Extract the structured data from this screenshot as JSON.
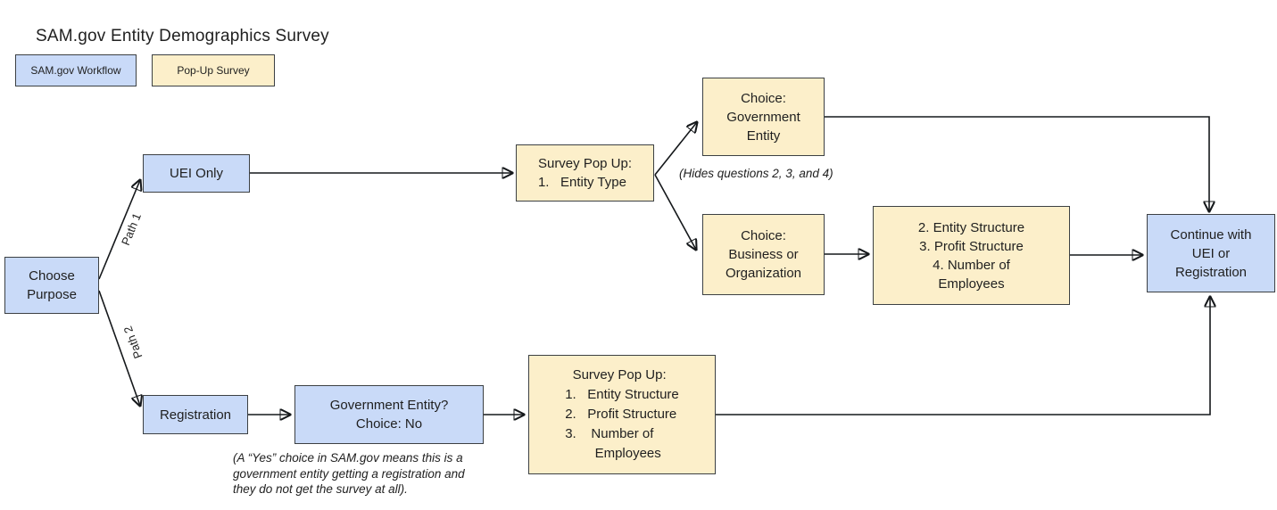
{
  "title": "SAM.gov Entity Demographics Survey",
  "colors": {
    "workflow_fill": "#c9daf8",
    "survey_fill": "#fcefca",
    "border": "#3c4043",
    "arrow": "#15181b",
    "text": "#1f1f1f"
  },
  "legend": [
    {
      "label": "SAM.gov Workflow",
      "type": "workflow"
    },
    {
      "label": "Pop-Up Survey",
      "type": "survey"
    }
  ],
  "nodes": {
    "choose_purpose": {
      "lines": [
        "Choose",
        "Purpose"
      ]
    },
    "uei_only": {
      "lines": [
        "UEI Only"
      ]
    },
    "registration": {
      "lines": [
        "Registration"
      ]
    },
    "survey_popup_uei": {
      "lines": [
        "Survey Pop Up:",
        "1.   Entity Type"
      ]
    },
    "choice_government": {
      "lines": [
        "Choice:",
        "Government",
        "Entity"
      ]
    },
    "choice_business": {
      "lines": [
        "Choice:",
        "Business or",
        "Organization"
      ]
    },
    "questions_234": {
      "lines": [
        "2. Entity Structure",
        "3. Profit Structure",
        "4. Number of",
        "Employees"
      ]
    },
    "government_entity_question": {
      "lines": [
        "Government Entity?",
        "Choice: No"
      ]
    },
    "survey_popup_registration": {
      "lines": [
        "  Survey Pop Up:",
        "1.   Entity Structure",
        "2.   Profit Structure",
        "3.    Number of",
        "        Employees"
      ]
    },
    "continue_box": {
      "lines": [
        "Continue with",
        "UEI or",
        "Registration"
      ]
    }
  },
  "edge_labels": {
    "path1": "Path 1",
    "path2": "Path 2"
  },
  "annotations": {
    "hides_questions": "(Hides questions 2, 3, and 4)",
    "yes_note": [
      "(A “Yes” choice in SAM.gov means this is a",
      "government entity getting a registration and",
      "they do not get the survey at all)."
    ]
  }
}
